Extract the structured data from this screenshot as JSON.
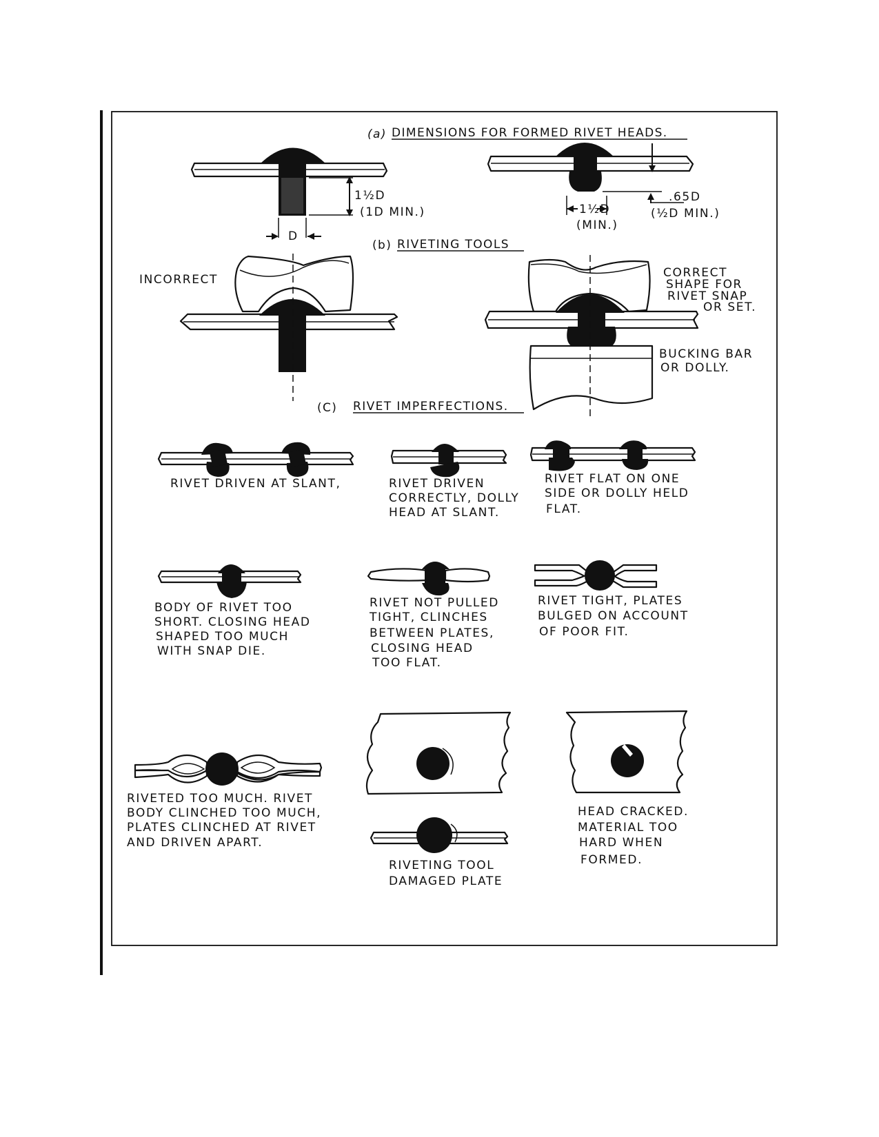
{
  "sections": {
    "a": {
      "marker": "(a)",
      "title": "DIMENSIONS FOR FORMED RIVET HEADS."
    },
    "b": {
      "marker": "(b)",
      "title": "RIVETING TOOLS"
    },
    "c": {
      "marker": "(C)",
      "title": "RIVET IMPERFECTIONS."
    }
  },
  "dimensions": {
    "shank_length": "1½D",
    "shank_length_min": "(1D MIN.)",
    "diameter": "D",
    "head_width": "1½D",
    "head_width_min": "(MIN.)",
    "head_height": ".65D",
    "head_height_min": "(½D MIN.)"
  },
  "tools": {
    "incorrect": "INCORRECT",
    "correct": [
      "CORRECT",
      "SHAPE FOR",
      "RIVET SNAP",
      "OR SET."
    ],
    "bucking_bar": [
      "BUCKING  BAR",
      "OR  DOLLY."
    ]
  },
  "imperfections": [
    {
      "id": "slant",
      "lines": [
        "RIVET DRIVEN AT SLANT,"
      ]
    },
    {
      "id": "dolly-slant",
      "lines": [
        "RIVET DRIVEN",
        "CORRECTLY, DOLLY",
        "HEAD AT SLANT."
      ]
    },
    {
      "id": "flat",
      "lines": [
        "RIVET FLAT ON ONE",
        "SIDE OR DOLLY HELD",
        "FLAT."
      ]
    },
    {
      "id": "short",
      "lines": [
        "BODY OF RIVET TOO",
        "SHORT.  CLOSING HEAD",
        "SHAPED TOO MUCH",
        "WITH SNAP DIE."
      ]
    },
    {
      "id": "not-tight",
      "lines": [
        "RIVET NOT PULLED",
        "TIGHT, CLINCHES",
        "BETWEEN PLATES,",
        "CLOSING HEAD",
        "TOO FLAT."
      ]
    },
    {
      "id": "bulged",
      "lines": [
        "RIVET TIGHT, PLATES",
        "BULGED ON ACCOUNT",
        "OF POOR FIT."
      ]
    },
    {
      "id": "too-much",
      "lines": [
        "RIVETED TOO MUCH. RIVET",
        "BODY CLINCHED TOO MUCH,",
        "PLATES CLINCHED AT RIVET",
        "AND DRIVEN APART."
      ]
    },
    {
      "id": "damaged",
      "lines": [
        "RIVETING TOOL",
        "DAMAGED PLATE"
      ]
    },
    {
      "id": "cracked",
      "lines": [
        "HEAD CRACKED.",
        "MATERIAL TOO",
        "HARD WHEN",
        "FORMED."
      ]
    }
  ]
}
